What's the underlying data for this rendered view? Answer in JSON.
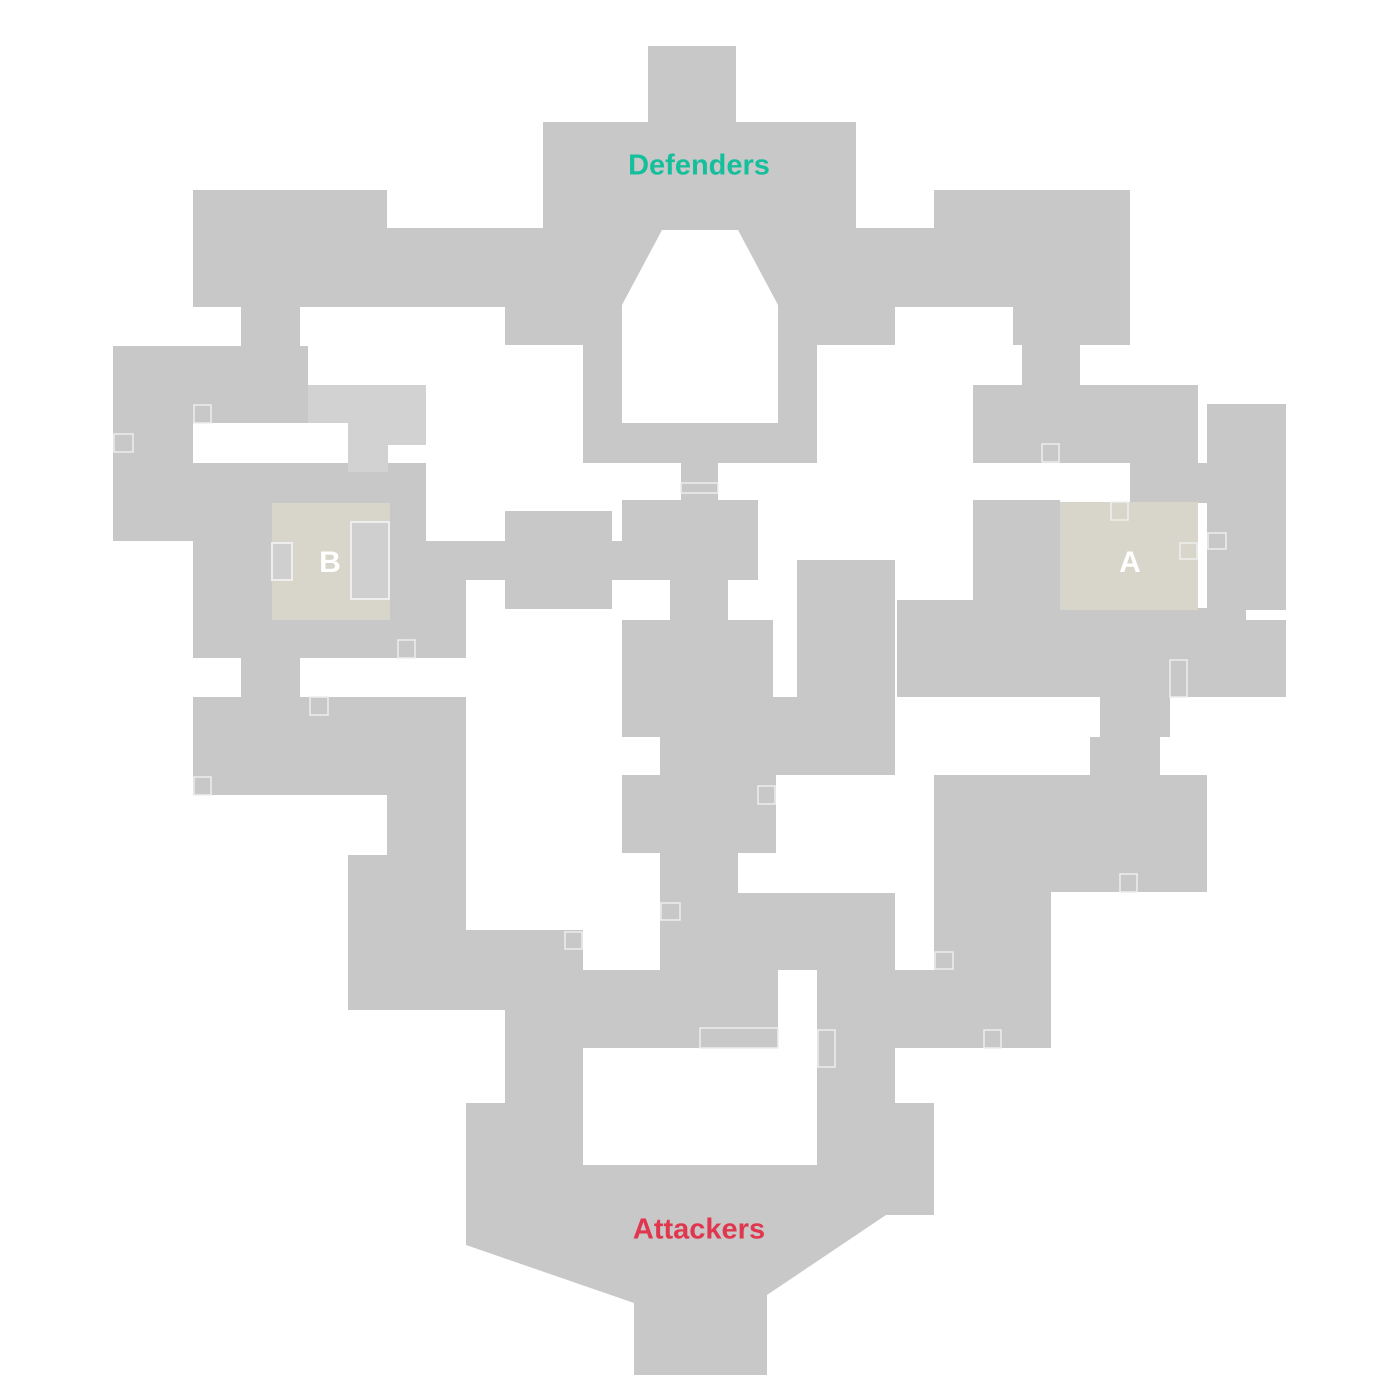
{
  "map": {
    "spawns": {
      "defenders": "Defenders",
      "attackers": "Attackers"
    },
    "sites": {
      "b": "B",
      "a": "A"
    },
    "colors": {
      "floor": "#c8c8c8",
      "site": "#d8d6ca",
      "defenders": "#16bf9c",
      "attackers": "#e0374f",
      "background": "#ffffff"
    }
  }
}
